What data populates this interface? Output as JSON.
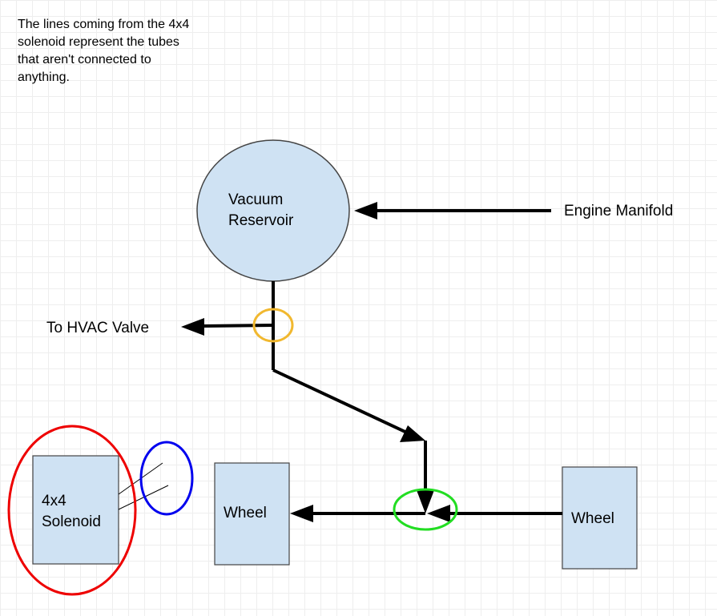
{
  "note": "The lines coming from the 4x4 solenoid represent the tubes that aren't connected to anything.",
  "nodes": {
    "vacuum_reservoir": {
      "line1": "Vacuum",
      "line2": "Reservoir"
    },
    "solenoid": {
      "line1": "4x4",
      "line2": "Solenoid"
    },
    "wheel_left": "Wheel",
    "wheel_right": "Wheel"
  },
  "labels": {
    "engine_manifold": "Engine Manifold",
    "hvac_valve": "To HVAC Valve"
  },
  "colors": {
    "node_fill": "#cfe2f3",
    "node_stroke": "#444444",
    "arrow": "#000000",
    "hvac_junction_circle": "#f1b82f",
    "wheel_junction_circle": "#22dd22",
    "tube_highlight_circle": "#0000ee",
    "solenoid_highlight_circle": "#ee0000"
  }
}
